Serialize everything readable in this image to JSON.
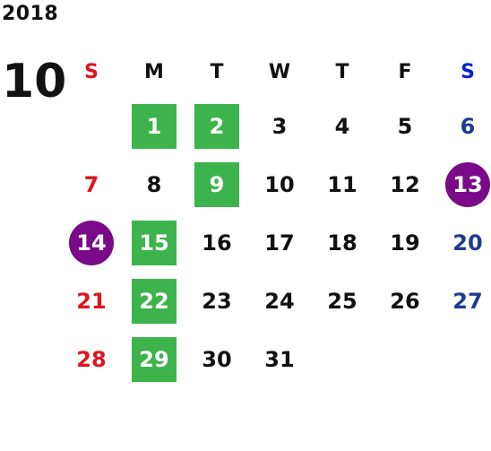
{
  "calendar": {
    "year": "2018",
    "month": "10",
    "weekdays": [
      "S",
      "M",
      "T",
      "W",
      "T",
      "F",
      "S"
    ],
    "weeks": [
      [
        {
          "day": "",
          "type": "empty"
        },
        {
          "day": "1",
          "type": "holiday"
        },
        {
          "day": "2",
          "type": "holiday"
        },
        {
          "day": "3",
          "type": "normal"
        },
        {
          "day": "4",
          "type": "normal"
        },
        {
          "day": "5",
          "type": "normal"
        },
        {
          "day": "6",
          "type": "normal"
        }
      ],
      [
        {
          "day": "7",
          "type": "normal"
        },
        {
          "day": "8",
          "type": "normal"
        },
        {
          "day": "9",
          "type": "holiday"
        },
        {
          "day": "10",
          "type": "normal"
        },
        {
          "day": "11",
          "type": "normal"
        },
        {
          "day": "12",
          "type": "normal"
        },
        {
          "day": "13",
          "type": "event"
        }
      ],
      [
        {
          "day": "14",
          "type": "event"
        },
        {
          "day": "15",
          "type": "holiday"
        },
        {
          "day": "16",
          "type": "normal"
        },
        {
          "day": "17",
          "type": "normal"
        },
        {
          "day": "18",
          "type": "normal"
        },
        {
          "day": "19",
          "type": "normal"
        },
        {
          "day": "20",
          "type": "normal"
        }
      ],
      [
        {
          "day": "21",
          "type": "normal"
        },
        {
          "day": "22",
          "type": "holiday"
        },
        {
          "day": "23",
          "type": "normal"
        },
        {
          "day": "24",
          "type": "normal"
        },
        {
          "day": "25",
          "type": "normal"
        },
        {
          "day": "26",
          "type": "normal"
        },
        {
          "day": "27",
          "type": "normal"
        }
      ],
      [
        {
          "day": "28",
          "type": "normal"
        },
        {
          "day": "29",
          "type": "holiday"
        },
        {
          "day": "30",
          "type": "normal"
        },
        {
          "day": "31",
          "type": "normal"
        },
        {
          "day": "",
          "type": "empty"
        },
        {
          "day": "",
          "type": "empty"
        },
        {
          "day": "",
          "type": "empty"
        }
      ]
    ],
    "colors": {
      "sunday": "#e0141e",
      "saturday_header": "#0a1ed2",
      "saturday": "#1e3c8c",
      "holiday_bg": "#3cb44b",
      "event_bg": "#7a0a87"
    }
  }
}
